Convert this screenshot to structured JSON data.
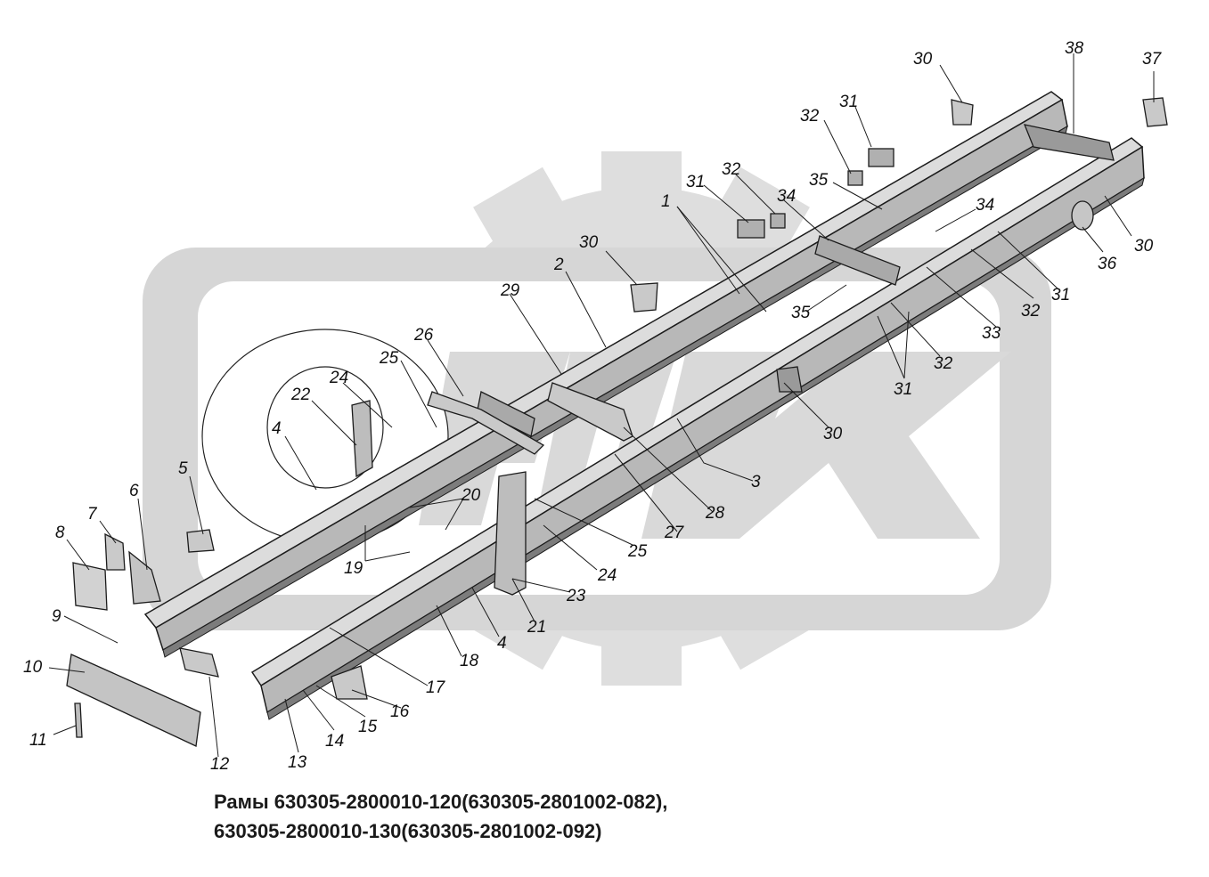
{
  "caption": {
    "line1": "Рамы 630305-2800010-120(630305-2801002-082),",
    "line2": "630305-2800010-130(630305-2801002-092)"
  },
  "colors": {
    "watermark": "#d9d9d9",
    "frame_fill": "#bdbdbd",
    "frame_dark": "#6a6a6a",
    "outline": "#1c1c1c",
    "leader": "#1c1c1c"
  },
  "callouts": [
    {
      "label": "1"
    },
    {
      "label": "2"
    },
    {
      "label": "3"
    },
    {
      "label": "4"
    },
    {
      "label": "4"
    },
    {
      "label": "5"
    },
    {
      "label": "6"
    },
    {
      "label": "7"
    },
    {
      "label": "8"
    },
    {
      "label": "9"
    },
    {
      "label": "10"
    },
    {
      "label": "11"
    },
    {
      "label": "12"
    },
    {
      "label": "13"
    },
    {
      "label": "14"
    },
    {
      "label": "15"
    },
    {
      "label": "16"
    },
    {
      "label": "17"
    },
    {
      "label": "18"
    },
    {
      "label": "19"
    },
    {
      "label": "20"
    },
    {
      "label": "21"
    },
    {
      "label": "22"
    },
    {
      "label": "23"
    },
    {
      "label": "24"
    },
    {
      "label": "24"
    },
    {
      "label": "25"
    },
    {
      "label": "25"
    },
    {
      "label": "26"
    },
    {
      "label": "27"
    },
    {
      "label": "28"
    },
    {
      "label": "29"
    },
    {
      "label": "30"
    },
    {
      "label": "30"
    },
    {
      "label": "30"
    },
    {
      "label": "30"
    },
    {
      "label": "31"
    },
    {
      "label": "31"
    },
    {
      "label": "31"
    },
    {
      "label": "31"
    },
    {
      "label": "32"
    },
    {
      "label": "32"
    },
    {
      "label": "32"
    },
    {
      "label": "32"
    },
    {
      "label": "33"
    },
    {
      "label": "34"
    },
    {
      "label": "34"
    },
    {
      "label": "35"
    },
    {
      "label": "35"
    },
    {
      "label": "36"
    },
    {
      "label": "37"
    },
    {
      "label": "38"
    }
  ]
}
